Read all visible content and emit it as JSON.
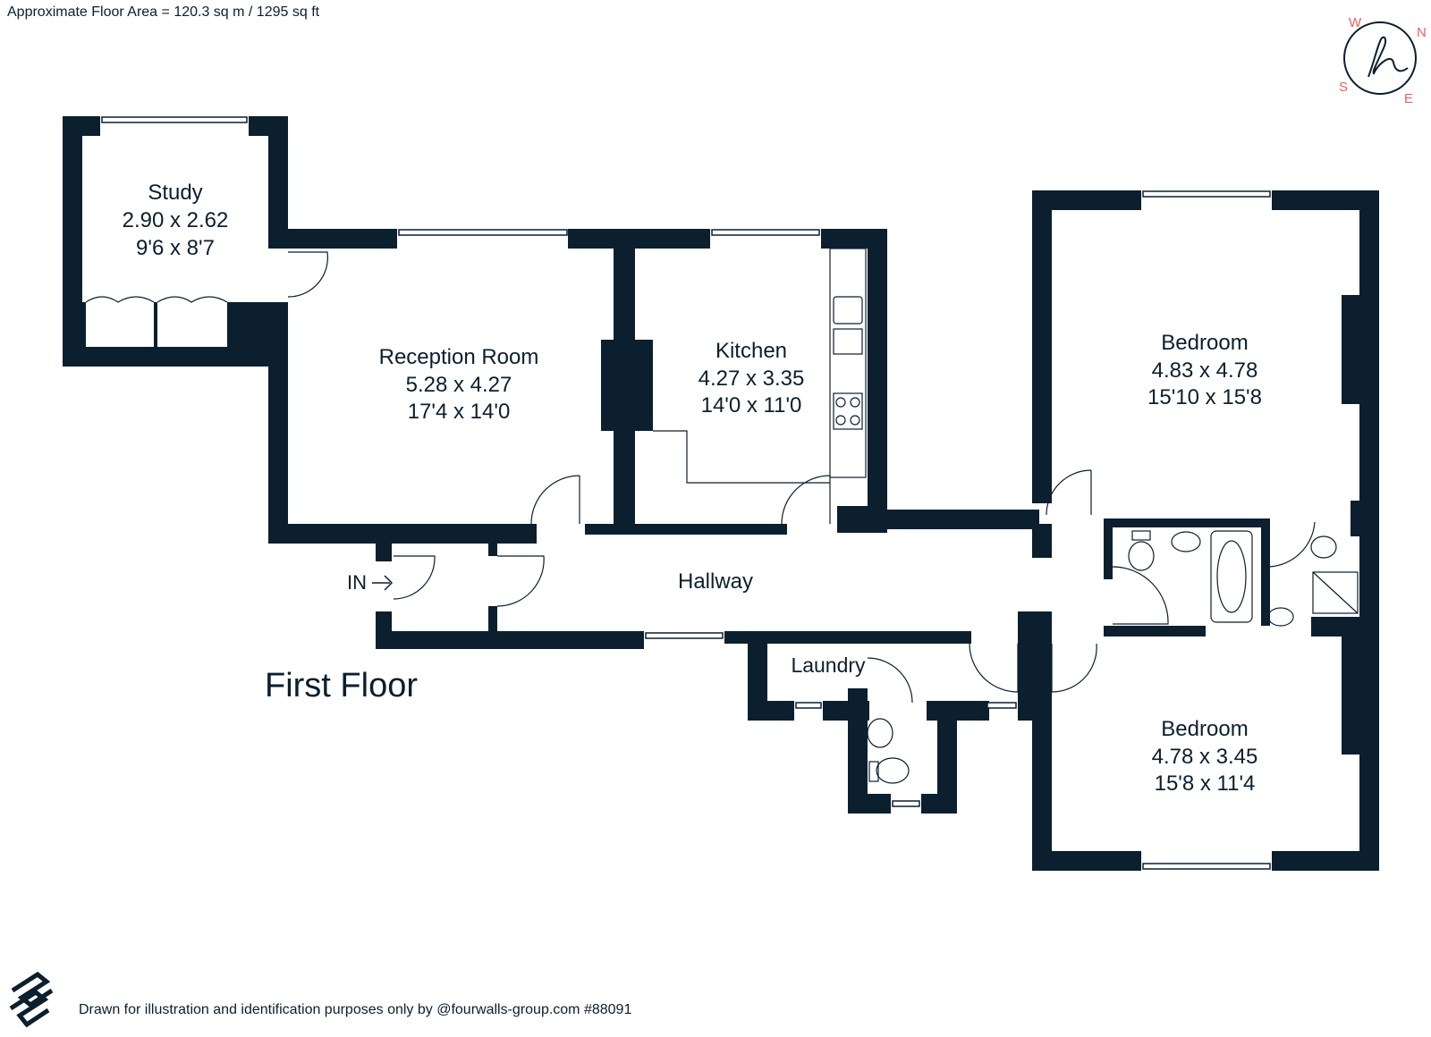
{
  "header": {
    "floor_area": "Approximate Floor Area = 120.3 sq m / 1295 sq ft"
  },
  "floor_title": "First Floor",
  "footer": {
    "credit": "Drawn for illustration and identification purposes only by @fourwalls-group.com #88091"
  },
  "entrance_label": "IN",
  "compass": {
    "north": "N",
    "south": "S",
    "east": "E",
    "west": "W",
    "accent_color": "#e8625c"
  },
  "colors": {
    "wall": "#0b1f2e",
    "background": "#ffffff"
  },
  "rooms": {
    "study": {
      "name": "Study",
      "metric": "2.90 x 2.62",
      "imperial": "9'6 x 8'7"
    },
    "reception": {
      "name": "Reception Room",
      "metric": "5.28 x 4.27",
      "imperial": "17'4 x 14'0"
    },
    "kitchen": {
      "name": "Kitchen",
      "metric": "4.27 x 3.35",
      "imperial": "14'0 x 11'0"
    },
    "bedroom1": {
      "name": "Bedroom",
      "metric": "4.83 x 4.78",
      "imperial": "15'10 x 15'8"
    },
    "bedroom2": {
      "name": "Bedroom",
      "metric": "4.78 x 3.45",
      "imperial": "15'8 x 11'4"
    },
    "hallway": {
      "name": "Hallway"
    },
    "laundry": {
      "name": "Laundry"
    }
  }
}
